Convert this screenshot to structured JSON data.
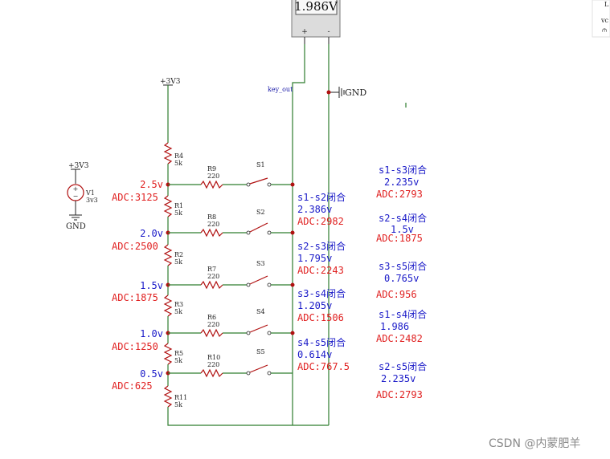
{
  "meter": {
    "reading": "1.986V",
    "plus": "+",
    "minus": "-"
  },
  "supply_main": {
    "label": "+3V3"
  },
  "battery": {
    "top_label": "+3V3",
    "name": "V1",
    "value": "3v3",
    "gnd": "GND"
  },
  "net_key_out": "key_out",
  "gnd_right": "GND",
  "ladder": [
    {
      "name": "R4",
      "value": "5k"
    },
    {
      "name": "R1",
      "value": "5k"
    },
    {
      "name": "R2",
      "value": "5k"
    },
    {
      "name": "R3",
      "value": "5k"
    },
    {
      "name": "R5",
      "value": "5k"
    },
    {
      "name": "R11",
      "value": "5k"
    }
  ],
  "series_resistors": [
    {
      "name": "R9",
      "value": "220"
    },
    {
      "name": "R8",
      "value": "220"
    },
    {
      "name": "R7",
      "value": "220"
    },
    {
      "name": "R6",
      "value": "220"
    },
    {
      "name": "R10",
      "value": "220"
    }
  ],
  "switches": [
    "S1",
    "S2",
    "S3",
    "S4",
    "S5"
  ],
  "taps": [
    {
      "voltage": "2.5v",
      "adc": "ADC:3125"
    },
    {
      "voltage": "2.0v",
      "adc": "ADC:2500"
    },
    {
      "voltage": "1.5v",
      "adc": "ADC:1875"
    },
    {
      "voltage": "1.0v",
      "adc": "ADC:1250"
    },
    {
      "voltage": "0.5v",
      "adc": "ADC:625"
    }
  ],
  "middle_notes": [
    {
      "title": "s1-s2闭合",
      "voltage": "2.386v",
      "adc": "ADC:2982"
    },
    {
      "title": "s2-s3闭合",
      "voltage": "1.795v",
      "adc": "ADC:2243"
    },
    {
      "title": "s3-s4闭合",
      "voltage": "1.205v",
      "adc": "ADC:1506"
    },
    {
      "title": "s4-s5闭合",
      "voltage": "0.614v",
      "adc": "ADC:767.5"
    }
  ],
  "right_notes": [
    {
      "title": "s1-s3闭合",
      "voltage": "2.235v",
      "adc": "ADC:2793"
    },
    {
      "title": "s2-s4闭合",
      "voltage": "1.5v",
      "adc": "ADC:1875"
    },
    {
      "title": "s3-s5闭合",
      "voltage": "0.765v",
      "adc": "ADC:956"
    },
    {
      "title": "s1-s4闭合",
      "voltage": "1.986",
      "adc": "ADC:2482"
    },
    {
      "title": "s2-s5闭合",
      "voltage": "2.235v",
      "adc": "ADC:2793"
    }
  ],
  "corner": {
    "line1": "L",
    "line2": "vc",
    "line3": "⫙"
  },
  "watermark": "CSDN @内蒙肥羊"
}
